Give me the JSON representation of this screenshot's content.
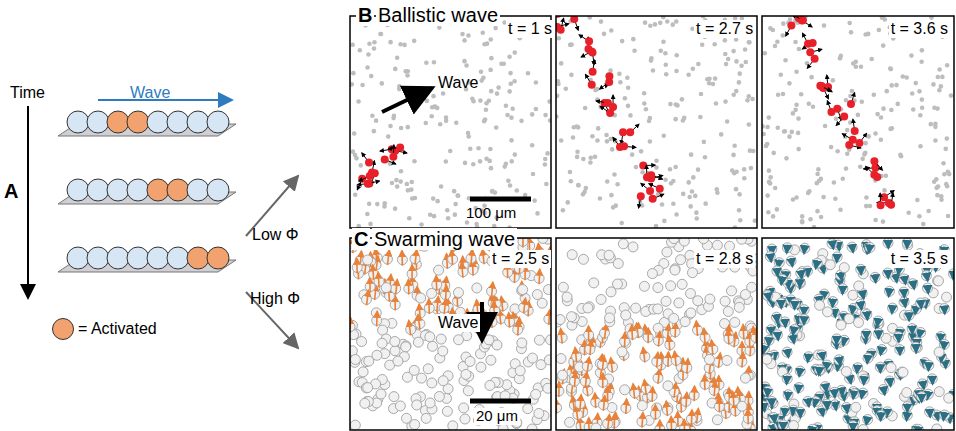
{
  "diagram": {
    "labels": [
      "Wave",
      "Time",
      "Low Φ",
      "High Φ",
      "A",
      "B",
      "Ballistic wave",
      "t = 1 s",
      "Wave",
      "100 μm",
      "t = 2.7 s",
      "t = 3.6 s",
      "C",
      "Swarming wave",
      "t = 2.5 s",
      "Wave",
      "20 μm",
      "t = 2.8 s",
      "t = 3.5 s"
    ],
    "legend": [
      {
        "text": "= Activated",
        "color": "#f2a26e"
      }
    ]
  }
}
